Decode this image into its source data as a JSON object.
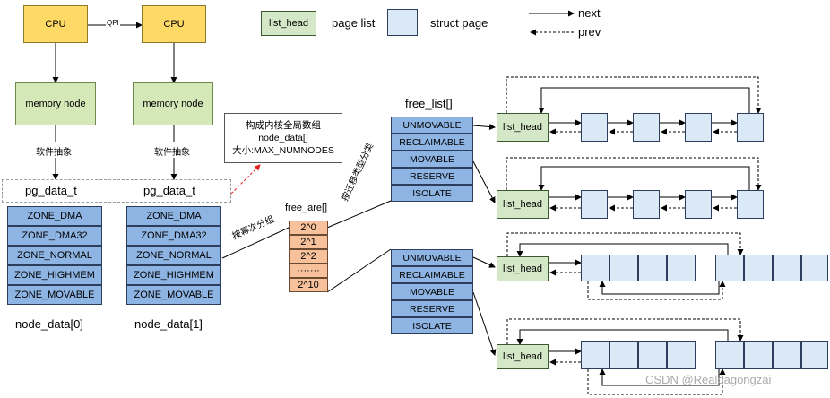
{
  "cpu_label": "CPU",
  "qpi_label": "QPI",
  "memory_node_label": "memory node",
  "abstraction_label": "软件抽象",
  "pg_data_label": "pg_data_t",
  "zones": [
    "ZONE_DMA",
    "ZONE_DMA32",
    "ZONE_NORMAL",
    "ZONE_HIGHMEM",
    "ZONE_MOVABLE"
  ],
  "node_labels": [
    "node_data[0]",
    "node_data[1]"
  ],
  "global_note": {
    "line1": "构成内核全局数组",
    "line2": "node_data[]",
    "line3": "大小:MAX_NUMNODES"
  },
  "split_by_power": "按幂次分组",
  "free_area_title": "free_are[]",
  "orders": [
    "2^0",
    "2^1",
    "2^2",
    "·······",
    "2^10"
  ],
  "split_by_migrate": "按迁移类型分类",
  "free_list_title": "free_list[]",
  "migrate_types": [
    "UNMOVABLE",
    "RECLAIMABLE",
    "MOVABLE",
    "RESERVE",
    "ISOLATE"
  ],
  "legend": {
    "list_head": "list_head",
    "page_list": "page list",
    "struct_page": "struct page",
    "next": "next",
    "prev": "prev"
  },
  "list_head_label": "list_head",
  "watermark": "CSDN @Realdagongzai"
}
